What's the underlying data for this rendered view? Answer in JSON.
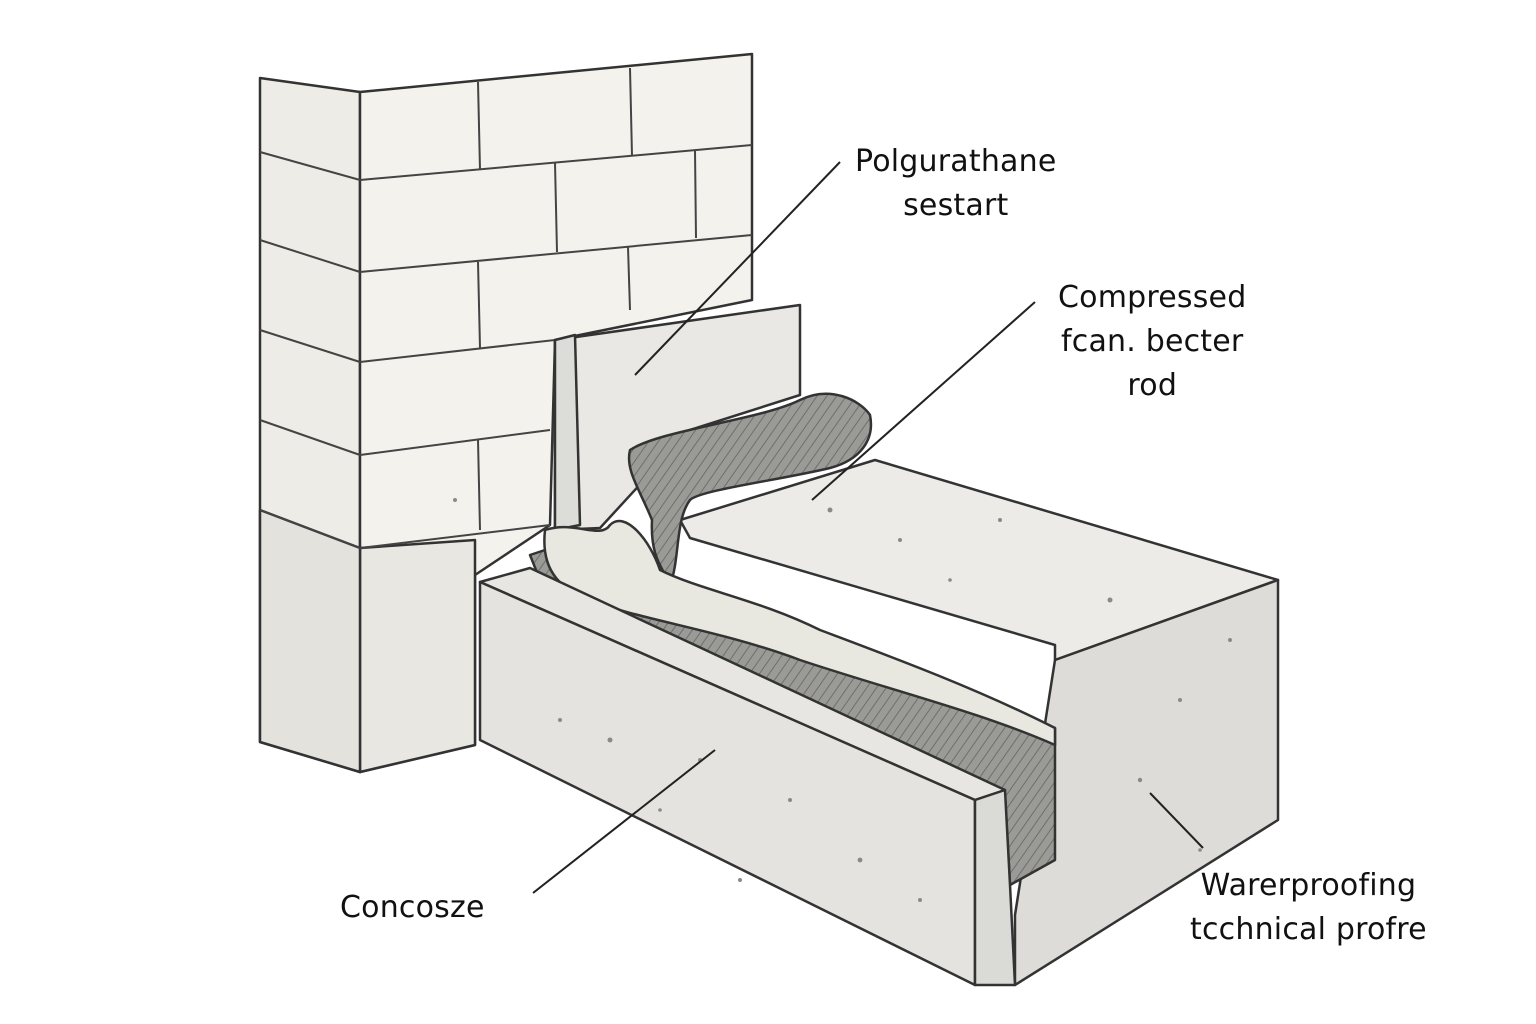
{
  "labels": {
    "sealant": {
      "line1": "Polgurathane",
      "line2": "sestart"
    },
    "backer_rod": {
      "line1": "Compressed",
      "line2": "fcan. becter",
      "line3": "rod"
    },
    "concrete": {
      "text": "Concosze"
    },
    "profile": {
      "line1": "Warerproofing",
      "line2": "tcchnical profre"
    }
  },
  "colors": {
    "outline": "#333333",
    "brick_face": "#f3f1ea",
    "brick_shadow": "#e4e2db",
    "concrete_top": "#ebebe8",
    "concrete_front": "#e2e2df",
    "concrete_side": "#d9d9d6",
    "sealant_dark": "#8c8c8a",
    "sealant_light": "#e9e8e2"
  },
  "icons": [
    "brick-wall",
    "concrete-slab",
    "sealant-joint",
    "backer-rod",
    "leader-line"
  ]
}
